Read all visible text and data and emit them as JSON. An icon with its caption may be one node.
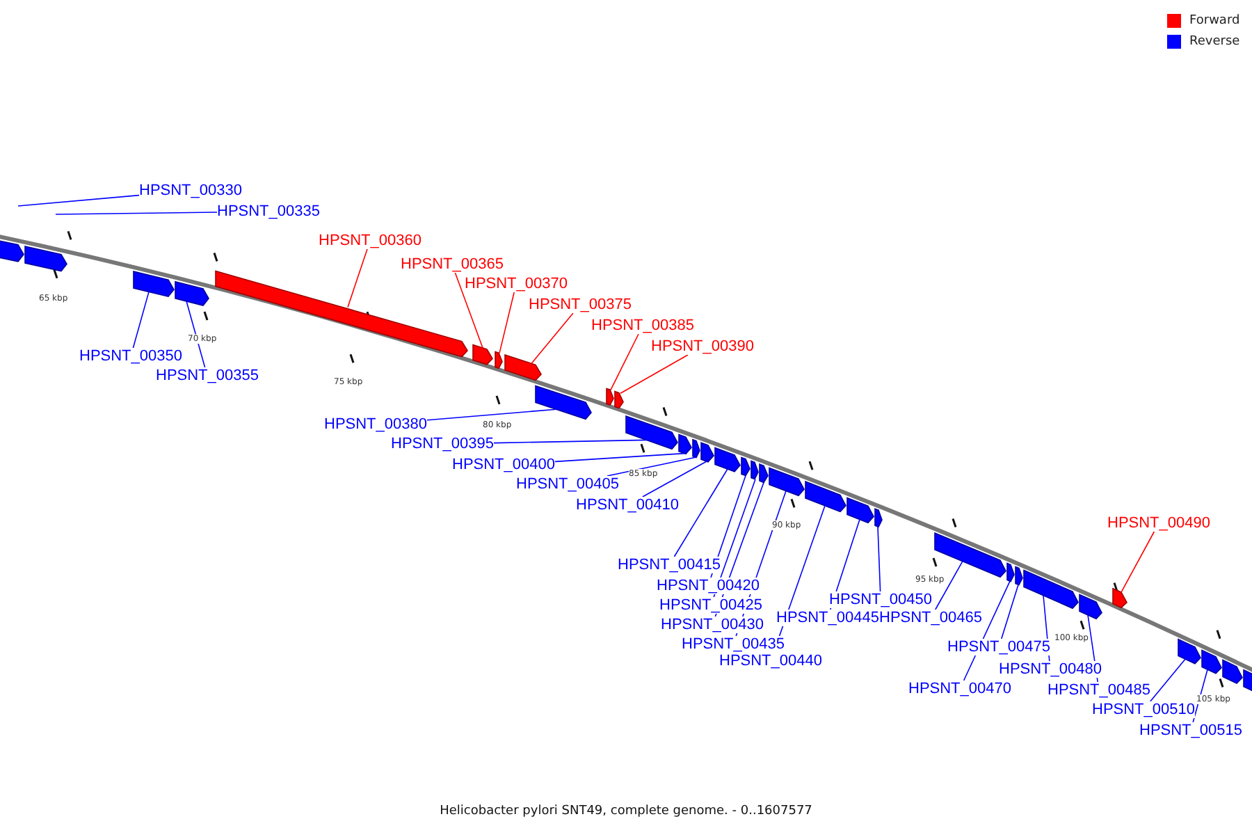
{
  "diagram": {
    "caption": "Helicobacter pylori SNT49, complete genome. - 0..1607577",
    "nodes": [
      {
        "text": [
          "HPSNT_00330"
        ]
      },
      {
        "text": [
          "HPSNT_00335"
        ]
      },
      {
        "text": [
          "HPSNT_00360"
        ]
      },
      {
        "text": [
          "HPSNT_00365"
        ]
      },
      {
        "text": [
          "HPSNT_00370"
        ]
      },
      {
        "text": [
          "HPSNT_00375"
        ]
      },
      {
        "text": [
          "HPSNT_00385"
        ]
      },
      {
        "text": [
          "HPSNT_00390"
        ]
      },
      {
        "text": [
          "HPSNT_00350"
        ]
      },
      {
        "text": [
          "HPSNT_00355"
        ]
      },
      {
        "text": [
          "HPSNT_00380"
        ]
      },
      {
        "text": [
          "HPSNT_00395"
        ]
      },
      {
        "text": [
          "HPSNT_00400"
        ]
      },
      {
        "text": [
          "HPSNT_00405"
        ]
      },
      {
        "text": [
          "HPSNT_00410"
        ]
      },
      {
        "text": [
          "HPSNT_00490"
        ]
      },
      {
        "text": [
          "HPSNT_00415"
        ]
      },
      {
        "text": [
          "HPSNT_00420"
        ]
      },
      {
        "text": [
          "HPSNT_00425"
        ]
      },
      {
        "text": [
          "HPSNT_00430"
        ]
      },
      {
        "text": [
          "HPSNT_00445"
        ]
      },
      {
        "text": [
          "HPSNT_00450"
        ]
      },
      {
        "text": [
          "HPSNT_00465"
        ]
      },
      {
        "text": [
          "HPSNT_00435"
        ]
      },
      {
        "text": [
          "HPSNT_00440"
        ]
      },
      {
        "text": [
          "HPSNT_00475"
        ]
      },
      {
        "text": [
          "HPSNT_00480"
        ]
      },
      {
        "text": [
          "HPSNT_00470"
        ]
      },
      {
        "text": [
          "HPSNT_00485"
        ]
      },
      {
        "text": [
          "HPSNT_00510"
        ]
      },
      {
        "text": [
          "HPSNT_00515"
        ]
      },
      {
        "text": [],
        "shape": "bar"
      },
      {
        "text": [],
        "shape": "bar"
      },
      {
        "text": [],
        "shape": "bar"
      },
      {
        "text": [],
        "shape": "bar"
      },
      {
        "text": [],
        "shape": "bar"
      },
      {
        "text": [],
        "shape": "bar"
      },
      {
        "text": [],
        "shape": "bar"
      },
      {
        "text": [],
        "shape": "bar"
      },
      {
        "text": [],
        "shape": "bar"
      },
      {
        "text": [],
        "shape": "bar"
      },
      {
        "text": [],
        "shape": "bar"
      },
      {
        "text": [],
        "shape": "bar"
      },
      {
        "text": [],
        "shape": "bar"
      },
      {
        "text": [],
        "shape": "bar"
      },
      {
        "text": [],
        "shape": "bar"
      },
      {
        "text": [],
        "shape": "bar"
      },
      {
        "text": [],
        "shape": "bar"
      },
      {
        "text": [],
        "shape": "bar"
      },
      {
        "text": [],
        "shape": "bar"
      },
      {
        "text": [],
        "shape": "bar"
      },
      {
        "text": [],
        "shape": "bar"
      },
      {
        "text": [],
        "shape": "bar"
      },
      {
        "text": [],
        "shape": "bar"
      },
      {
        "text": [],
        "shape": "bar"
      },
      {
        "text": [],
        "shape": "bar"
      },
      {
        "text": [],
        "shape": "bar"
      },
      {
        "text": [],
        "shape": "bar"
      },
      {
        "text": [],
        "shape": "bar"
      },
      {
        "text": [],
        "shape": "bar"
      },
      {
        "text": [],
        "shape": "bar"
      },
      {
        "text": [],
        "shape": "bar"
      },
      {
        "text": [],
        "shape": "bar"
      },
      {
        "text": [],
        "shape": "bar"
      }
    ],
    "edges": [
      {
        "from": 0,
        "to": null,
        "arrow": "none"
      },
      {
        "from": 1,
        "to": null,
        "arrow": "none"
      },
      {
        "from": 2,
        "to": 35,
        "arrow": "none",
        "color": "#ff0000"
      },
      {
        "from": 3,
        "to": 36,
        "arrow": "none",
        "color": "#ff0000"
      },
      {
        "from": 4,
        "to": 37,
        "arrow": "none",
        "color": "#ff0000"
      },
      {
        "from": 5,
        "to": 38,
        "arrow": "none",
        "color": "#ff0000"
      },
      {
        "from": 6,
        "to": 40,
        "arrow": "none",
        "color": "#ff0000"
      },
      {
        "from": 7,
        "to": 41,
        "arrow": "none",
        "color": "#ff0000"
      },
      {
        "from": 8,
        "to": 33,
        "arrow": "none"
      },
      {
        "from": 9,
        "to": 34,
        "arrow": "none"
      },
      {
        "from": 10,
        "to": 39,
        "arrow": "none"
      },
      {
        "from": 11,
        "to": 42,
        "arrow": "none"
      },
      {
        "from": 12,
        "to": 43,
        "arrow": "none"
      },
      {
        "from": 13,
        "to": 44,
        "arrow": "none"
      },
      {
        "from": 14,
        "to": 45,
        "arrow": "none"
      },
      {
        "from": 15,
        "to": 59,
        "arrow": "none",
        "color": "#ff0000"
      },
      {
        "from": 16,
        "to": 46,
        "arrow": "none"
      },
      {
        "from": 17,
        "to": 47,
        "arrow": "none"
      },
      {
        "from": 18,
        "to": 48,
        "arrow": "none"
      },
      {
        "from": 19,
        "to": 49,
        "arrow": "none"
      },
      {
        "from": 20,
        "to": 52,
        "arrow": "none"
      },
      {
        "from": 21,
        "to": 53,
        "arrow": "none"
      },
      {
        "from": 22,
        "to": 54,
        "arrow": "none"
      },
      {
        "from": 23,
        "to": 50,
        "arrow": "none"
      },
      {
        "from": 24,
        "to": 51,
        "arrow": "none"
      },
      {
        "from": 25,
        "to": 56,
        "arrow": "none"
      },
      {
        "from": 26,
        "to": 57,
        "arrow": "none"
      },
      {
        "from": 27,
        "to": 55,
        "arrow": "none"
      },
      {
        "from": 28,
        "to": 58,
        "arrow": "none"
      },
      {
        "from": 29,
        "to": 60,
        "arrow": "none"
      },
      {
        "from": 30,
        "to": 61,
        "arrow": "none"
      }
    ],
    "labels": [
      "65 kbp",
      "70 kbp",
      "75 kbp",
      "80 kbp",
      "85 kbp",
      "90 kbp",
      "95 kbp",
      "100 kbp",
      "105 kbp"
    ],
    "legend": [
      {
        "text": "Forward",
        "color": "#ff0000"
      },
      {
        "text": "Reverse",
        "color": "#0000ff"
      }
    ]
  }
}
